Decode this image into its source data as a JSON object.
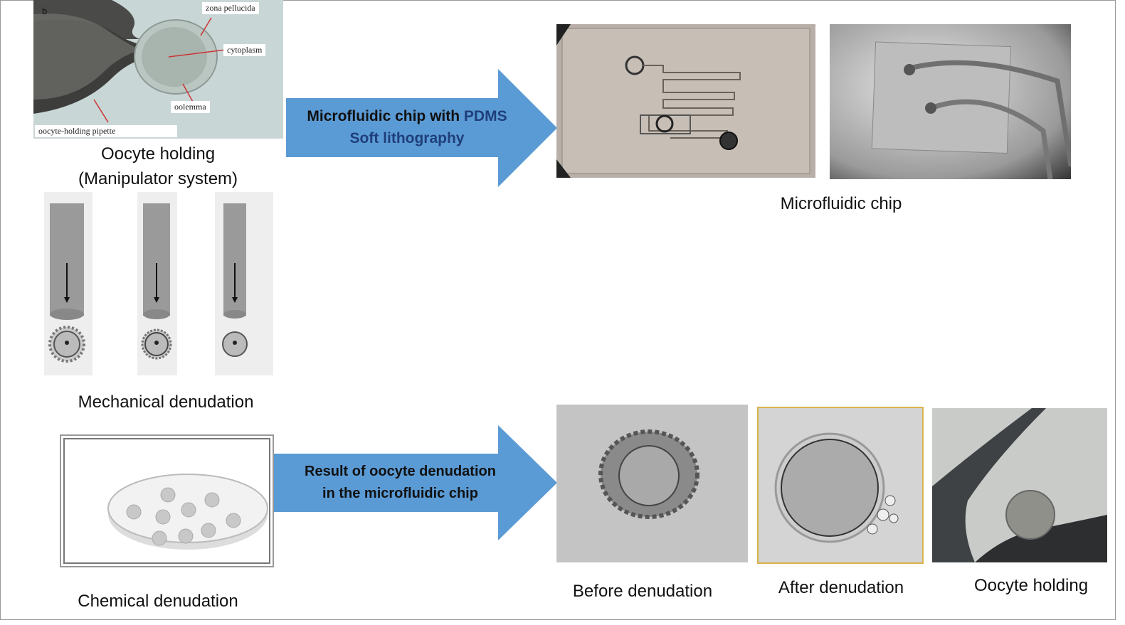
{
  "top_left_panel": {
    "panel_letter": "b",
    "labels": [
      "zona pellucida",
      "cytoplasm",
      "oolemma",
      "oocyte-holding pipette"
    ],
    "caption_line1": "Oocyte holding",
    "caption_line2": "(Manipulator system)"
  },
  "arrow_top": {
    "line1_prefix": "Microfluidic chip with ",
    "line1_highlight": "PDMS",
    "line2": "Soft lithography",
    "color": "#5b9bd5"
  },
  "chip_caption": "Microfluidic chip",
  "mechanical_caption": "Mechanical denudation",
  "chemical_caption": "Chemical denudation",
  "arrow_bottom": {
    "line1": "Result of oocyte denudation",
    "line2": "in the microfluidic chip"
  },
  "results": {
    "before": "Before denudation",
    "after": "After denudation",
    "holding": "Oocyte holding"
  }
}
